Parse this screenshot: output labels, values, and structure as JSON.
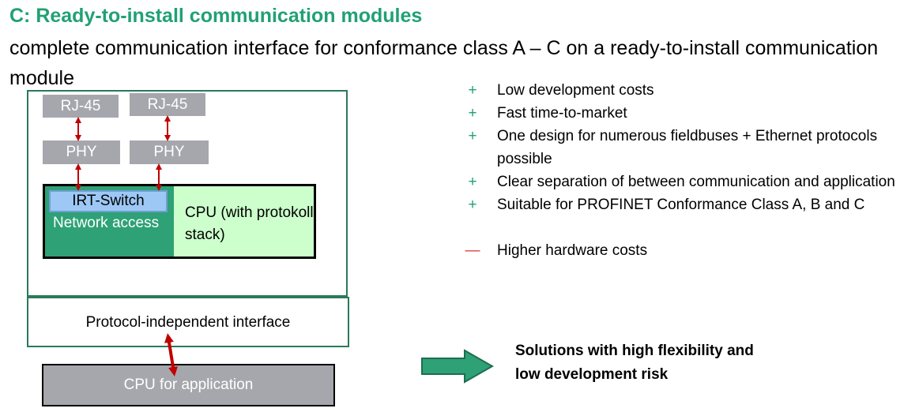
{
  "title": "C: Ready-to-install communication modules",
  "subtitle": "complete communication interface for conformance class A – C on a ready-to-install communication module",
  "diagram": {
    "rj45_left": "RJ-45",
    "rj45_right": "RJ-45",
    "phy_left": "PHY",
    "phy_right": "PHY",
    "irt_switch": "IRT-Switch",
    "network_access": "Network access",
    "cpu_stack": "CPU (with protokoll stack)",
    "protocol_interface": "Protocol-independent interface",
    "app_cpu": "CPU for application"
  },
  "advantages": [
    {
      "mark": "+",
      "text": "Low development costs"
    },
    {
      "mark": "+",
      "text": "Fast time-to-market"
    },
    {
      "mark": "+",
      "text": "One design for numerous fieldbuses + Ethernet protocols possible"
    },
    {
      "mark": "+",
      "text": "Clear separation of between communication and application"
    },
    {
      "mark": "+",
      "text": "Suitable for PROFINET Conformance Class A, B and C"
    }
  ],
  "disadvantages": [
    {
      "mark": "—",
      "text": "Higher hardware costs"
    }
  ],
  "conclusion": "Solutions with high flexibility and low development risk",
  "colors": {
    "title": "#21a173",
    "network_access": "#2ea176",
    "cpu_area": "#ccffcc",
    "irt_switch": "#9dc8f5",
    "gray_box": "#a6a6ad",
    "arrow_red": "#c00000",
    "plus": "#21a173",
    "minus": "#d93030"
  }
}
